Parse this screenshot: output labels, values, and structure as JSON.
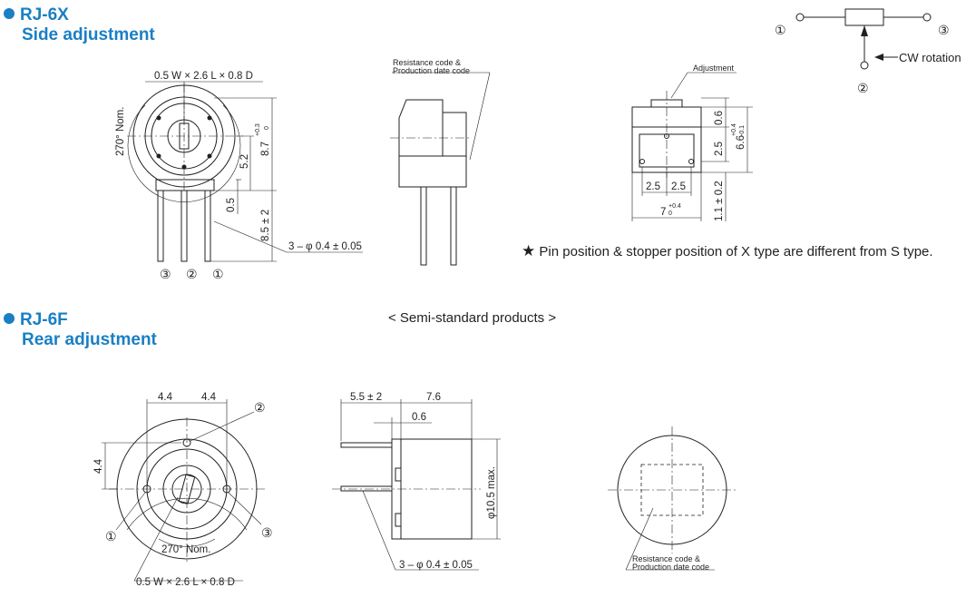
{
  "sections": {
    "rj6x": {
      "code": "RJ-6X",
      "subtitle": "Side adjustment"
    },
    "rj6f": {
      "code": "RJ-6F",
      "subtitle": "Rear adjustment"
    }
  },
  "notes": {
    "star_note": "Pin position & stopper position of X type are different from S type.",
    "semi_standard": "< Semi-standard products >"
  },
  "schematic": {
    "pin1": "①",
    "pin2": "②",
    "pin3": "③",
    "cw_label": "CW rotation"
  },
  "rj6x_front": {
    "slot": "0.5 W × 2.6 L × 0.8 D",
    "angle": "270° Nom.",
    "height": "8.7",
    "height_tol_upper": "+0.3",
    "height_tol_lower": "0",
    "center": "5.2",
    "offset": "0.5",
    "lead": "8.5 ± 2",
    "pin_dia": "3 – φ 0.4 ± 0.05",
    "pins": [
      "③",
      "②",
      "①"
    ]
  },
  "rj6x_side": {
    "marking": [
      "Resistance code &",
      "Production date code"
    ]
  },
  "rj6x_bottom": {
    "adjustment": "Adjustment",
    "top": "0.6",
    "pitch_v": "2.5",
    "total_h": "6.6",
    "total_h_tol_upper": "+0.4",
    "total_h_tol_lower": "-0.1",
    "pitch1": "2.5",
    "pitch2": "2.5",
    "width": "7",
    "width_tol_upper": "+0.4",
    "width_tol_lower": "0",
    "standoff": "1.1 ± 0.2"
  },
  "rj6f_front": {
    "left": "4.4",
    "right": "4.4",
    "vertical": "4.4",
    "pin2": "②",
    "pin1": "①",
    "pin3": "③",
    "angle": "270° Nom.",
    "slot": "0.5 W × 2.6 L × 0.8 D"
  },
  "rj6f_side": {
    "lead": "5.5 ± 2",
    "body": "7.6",
    "offset": "0.6",
    "diameter": "φ10.5 max.",
    "pin_dia": "3 – φ 0.4 ± 0.05"
  },
  "rj6f_rear": {
    "marking": [
      "Resistance code &",
      "Production date code"
    ]
  },
  "colors": {
    "accent": "#1a7fc4",
    "line": "#231f20"
  },
  "icons": {
    "bullet": "filled-circle",
    "star": "black-star"
  }
}
